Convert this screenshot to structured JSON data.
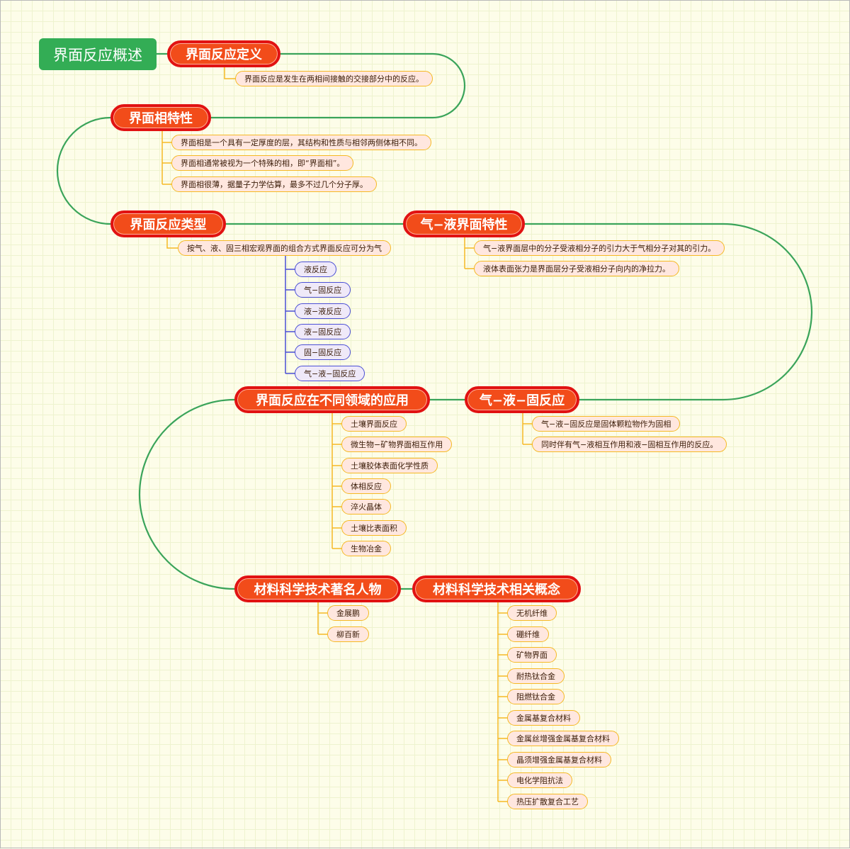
{
  "root": {
    "label": "界面反应概述"
  },
  "topics": {
    "definition": {
      "label": "界面反应定义",
      "items": [
        "界面反应是发生在两相间接触的交接部分中的反应。"
      ]
    },
    "phase": {
      "label": "界面相特性",
      "items": [
        "界面相是一个具有一定厚度的层，其结构和性质与相邻两侧体相不同。",
        "界面相通常被视为一个特殊的相，即“界面相”。",
        "界面相很薄，据量子力学估算，最多不过几个分子厚。"
      ]
    },
    "types": {
      "label": "界面反应类型",
      "items": [
        "按气、液、固三相宏观界面的组合方式界面反应可分为气"
      ],
      "subitems": [
        "液反应",
        "气−固反应",
        "液−液反应",
        "液−固反应",
        "固−固反应",
        "气−液−固反应"
      ]
    },
    "gasliquid": {
      "label": "气−液界面特性",
      "items": [
        "气−液界面层中的分子受液相分子的引力大于气相分子对其的引力。",
        "液体表面张力是界面层分子受液相分子向内的净拉力。"
      ]
    },
    "gls": {
      "label": "气−液−固反应",
      "items": [
        "气−液−固反应是固体颗粒物作为固相",
        "同时伴有气−液相互作用和液−固相互作用的反应。"
      ]
    },
    "applications": {
      "label": "界面反应在不同领域的应用",
      "items": [
        "土壤界面反应",
        "微生物−矿物界面相互作用",
        "土壤胶体表面化学性质",
        "体相反应",
        "淬火晶体",
        "土壤比表面积",
        "生物冶金"
      ]
    },
    "people": {
      "label": "材料科学技术著名人物",
      "items": [
        "金展鹏",
        "柳百新"
      ]
    },
    "concepts": {
      "label": "材料科学技术相关概念",
      "items": [
        "无机纤维",
        "硼纤维",
        "矿物界面",
        "耐热钛合金",
        "阻燃钛合金",
        "金属基复合材料",
        "金属丝增强金属基复合材料",
        "晶须增强金属基复合材料",
        "电化学阻抗法",
        "热压扩散复合工艺"
      ]
    }
  },
  "colors": {
    "main_link": "#3aa45a",
    "leaf_link": "#f5b925",
    "sub_link": "#4b4fd6",
    "topic_fill": "#f24c1a",
    "topic_border": "#e11212",
    "root_fill": "#33ad55"
  }
}
